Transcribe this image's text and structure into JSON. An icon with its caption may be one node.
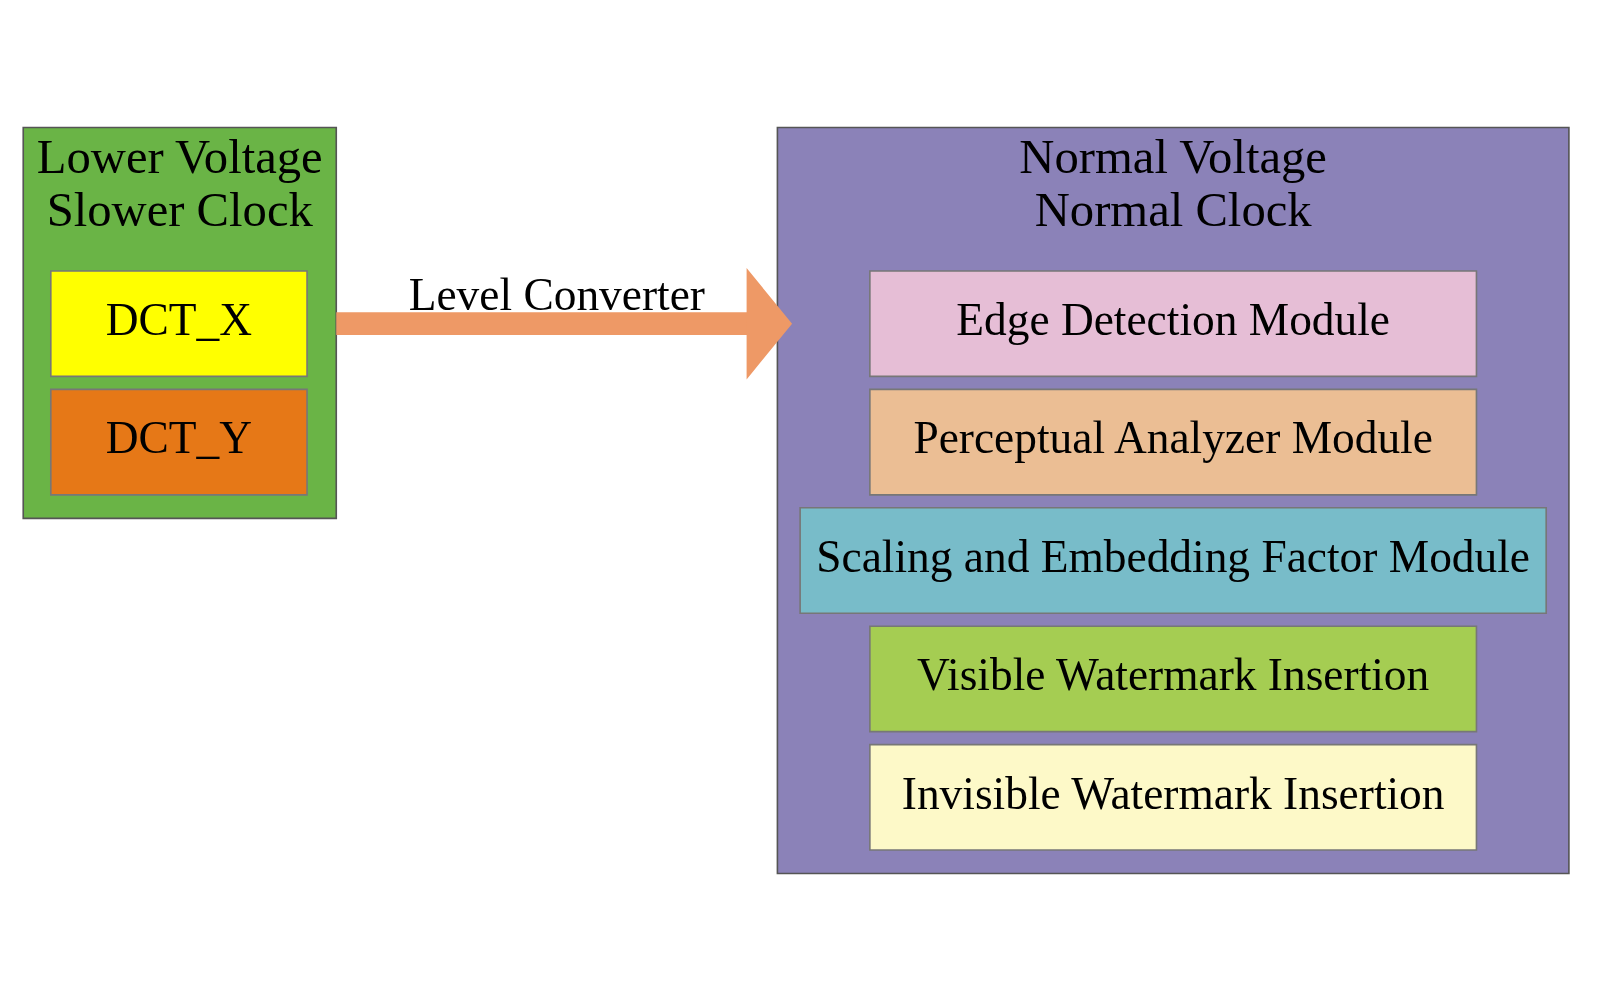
{
  "diagram": {
    "nodes": [
      {
        "text": [
          "Lower Voltage",
          "Slower Clock"
        ]
      },
      {
        "text": [
          "DCT_X"
        ],
        "in": 0
      },
      {
        "text": [
          "DCT_Y"
        ],
        "in": 0
      },
      {
        "text": [
          "Normal Voltage",
          "Normal Clock"
        ]
      },
      {
        "text": [
          "Edge Detection Module"
        ],
        "in": 3
      },
      {
        "text": [
          "Perceptual Analyzer Module"
        ],
        "in": 3
      },
      {
        "text": [
          "Scaling and Embedding Factor Module"
        ],
        "in": 3
      },
      {
        "text": [
          "Visible Watermark Insertion"
        ],
        "in": 3
      },
      {
        "text": [
          "Invisible Watermark Insertion"
        ],
        "in": 3
      }
    ],
    "edges": [
      {
        "from": 0,
        "to": 3,
        "arrow": "to",
        "label": "Level Converter",
        "color": "#ee9966"
      }
    ]
  }
}
